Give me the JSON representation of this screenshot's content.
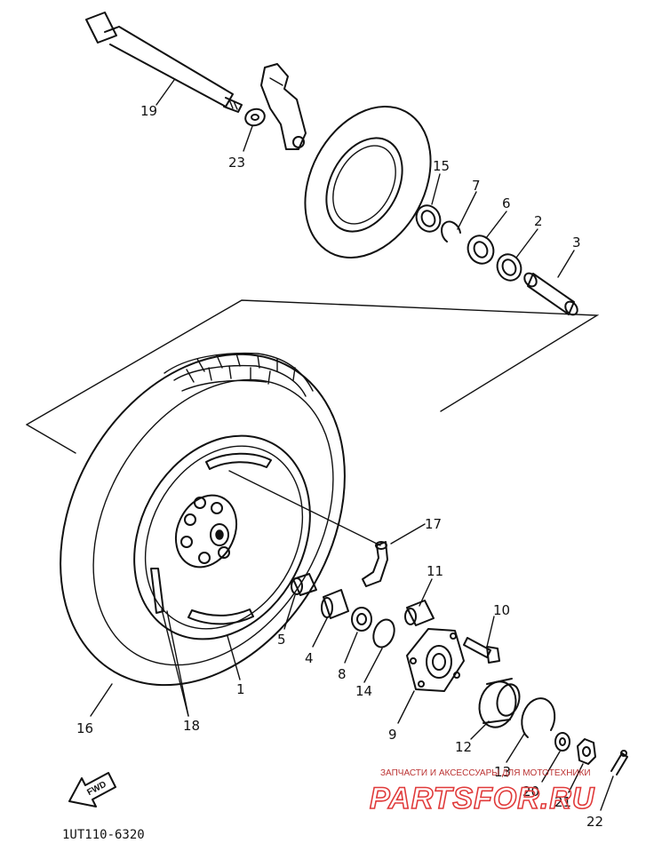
{
  "diagram": {
    "code": "1UT110-6320",
    "forward_label": "FWD",
    "callouts": {
      "c1": "1",
      "c2": "2",
      "c3": "3",
      "c4": "4",
      "c5": "5",
      "c6": "6",
      "c7": "7",
      "c8": "8",
      "c9": "9",
      "c10": "10",
      "c11": "11",
      "c12": "12",
      "c13": "13",
      "c14": "14",
      "c15": "15",
      "c16": "16",
      "c17": "17",
      "c18": "18",
      "c19": "19",
      "c20": "20",
      "c21": "21",
      "c22": "22",
      "c23": "23"
    }
  },
  "watermark": {
    "tagline": "ЗАПЧАСТИ И АКСЕССУАРЫ ДЛЯ МОТОТЕХНИКИ",
    "logo": "PARTSFOR.RU"
  }
}
